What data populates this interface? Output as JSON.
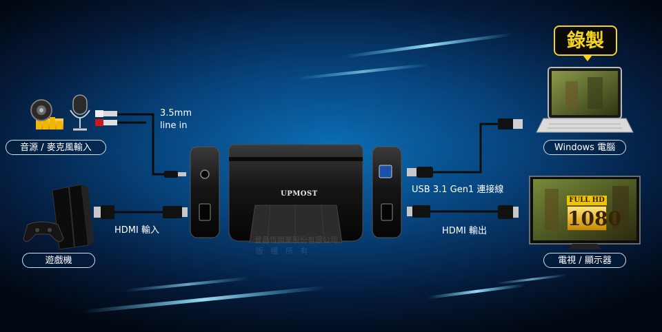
{
  "labels": {
    "audio_source": "音源 / 麥克風輸入",
    "line_in": "3.5mm\nline in",
    "game_console": "遊戲機",
    "hdmi_in": "HDMI 輸入",
    "usb_cable": "USB 3.1 Gen1 連接線",
    "hdmi_out": "HDMI 輸出",
    "windows_pc": "Windows 電腦",
    "tv_display": "電視 / 顯示器",
    "record_badge": "錄製"
  },
  "device": {
    "brand": "UPMOST"
  },
  "tv_screen": {
    "full_hd": "FULL HD",
    "resolution": "1080"
  },
  "watermark": {
    "line1": "登昌恆開業股份有限公司",
    "line2": "版   權   所   有"
  },
  "colors": {
    "background": "#07437c",
    "badge_border": "#f5d41c",
    "accent_blue": "#3fa9ff"
  }
}
